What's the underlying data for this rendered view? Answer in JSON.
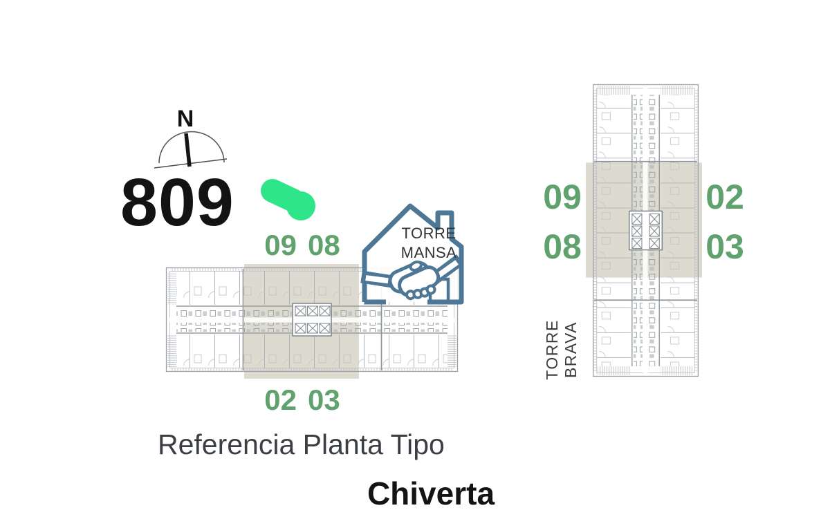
{
  "unit": {
    "number": "809"
  },
  "compass": {
    "north": "N"
  },
  "watermark": {
    "line1": "TORRE",
    "line2": "MANSA"
  },
  "tower": {
    "line1": "TORRE",
    "line2": "BRAVA"
  },
  "main_plan": {
    "top_labels": [
      "09",
      "08"
    ],
    "bottom_labels": [
      "02",
      "03"
    ]
  },
  "side_plan": {
    "left_labels": [
      "09",
      "08"
    ],
    "right_labels": [
      "02",
      "03"
    ]
  },
  "caption": "Referencia Planta Tipo",
  "title": "Chiverta",
  "colors": {
    "unit_green": "#60a26d",
    "marker_green": "#2ee58a",
    "watermark_blue": "#4e7796",
    "highlight_beige": "#dbd9cc",
    "plan_line_gray": "#a9aeb3"
  }
}
